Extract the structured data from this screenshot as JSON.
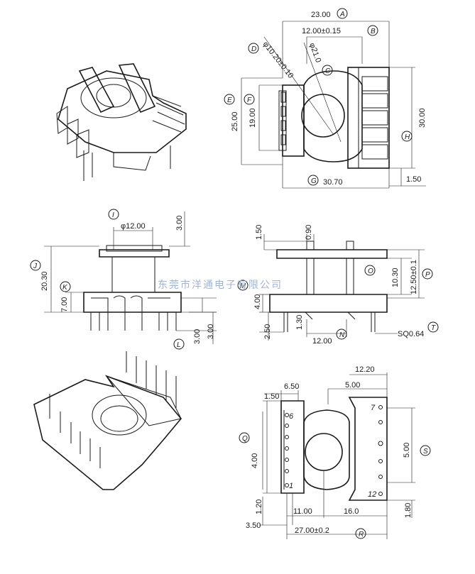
{
  "watermark": "东莞市洋通电子有限公司",
  "top_right": {
    "dims": [
      "23.00",
      "12.00±0.15",
      "φ10.20±0.10",
      "φ21.0",
      "25.00",
      "19.00",
      "30.00",
      "30.70",
      "1.50"
    ],
    "callouts": [
      "A",
      "B",
      "D",
      "C",
      "E",
      "F",
      "H",
      "G"
    ]
  },
  "middle_left": {
    "dims": [
      "φ12.00",
      "3.00",
      "20.30",
      "7.00",
      "3.00",
      "3.00"
    ],
    "callouts": [
      "I",
      "J",
      "K",
      "L"
    ]
  },
  "middle_right": {
    "dims": [
      "1.50",
      "0.90",
      "10.30",
      "12.50±0.1",
      "4.00",
      "2.50",
      "1.30",
      "12.00",
      "SQ0.64"
    ],
    "callouts": [
      "M",
      "O",
      "P",
      "N",
      "T"
    ]
  },
  "bottom_right": {
    "dims": [
      "6.50",
      "1.50",
      "5.00",
      "12.20",
      "4.00",
      "5.00",
      "1.20",
      "11.00",
      "16.0",
      "1.80",
      "3.50",
      "27.00±0.2"
    ],
    "pins": [
      "6",
      "1",
      "7",
      "12"
    ],
    "callouts": [
      "Q",
      "S",
      "R"
    ]
  }
}
